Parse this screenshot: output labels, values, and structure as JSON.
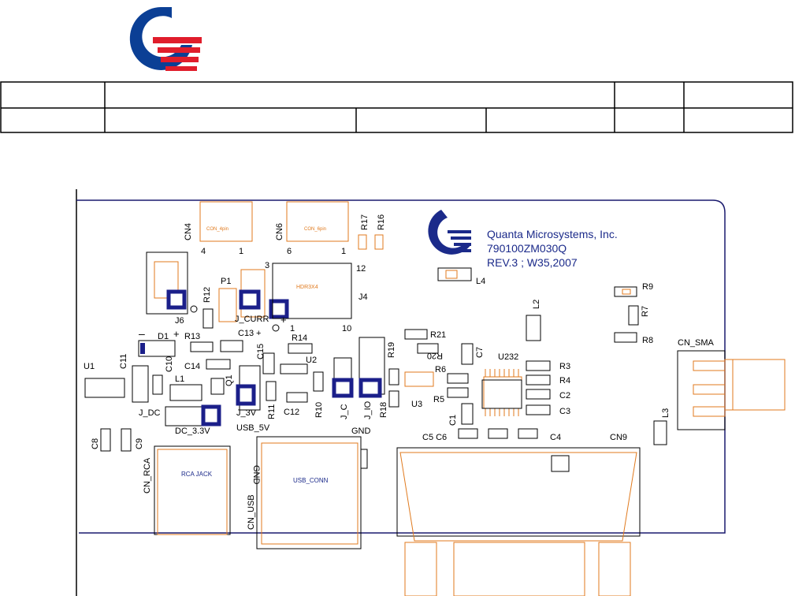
{
  "brand": {
    "mark": "Quanta logo",
    "colors": {
      "blue": "#0b3f95",
      "red": "#e01d2b"
    }
  },
  "header_table": {
    "rows": [
      [
        "",
        "",
        "",
        ""
      ],
      [
        "",
        "",
        "",
        "",
        "",
        ""
      ]
    ]
  },
  "board": {
    "silkscreen": {
      "company": "Quanta Microsystems, Inc.",
      "part_number": "790100ZM030Q",
      "revision": "REV.3 ; W35,2007"
    },
    "colors": {
      "outline": "#1a1a6e",
      "silk": "#000000",
      "copper": "#e07a1e",
      "pad_blue": "#1b1f8a",
      "dark_blue": "#1b2a8a"
    },
    "labels": {
      "CN4": "CN4",
      "CN6": "CN6",
      "R17": "R17",
      "R16": "R16",
      "L4": "L4",
      "R9": "R9",
      "R7": "R7",
      "R8": "R8",
      "CN_SMA": "CN_SMA",
      "P1": "P1",
      "R12": "R12",
      "J6": "J6",
      "J_CURR": "J_CURR",
      "J4": "J4",
      "pin3": "3",
      "pin12": "12",
      "pin1a": "1",
      "pin1b": "1",
      "pin1c": "1",
      "pin10": "10",
      "pin4": "4",
      "pin6": "6",
      "D1": "D1",
      "R13": "R13",
      "C13": "C13",
      "R14": "R14",
      "L2": "L2",
      "R21": "R21",
      "R20": "R20",
      "C7": "C7",
      "U232": "U232",
      "R3": "R3",
      "R4": "R4",
      "C2": "C2",
      "C3": "C3",
      "U1": "U1",
      "C11": "C11",
      "C10": "C10",
      "C14": "C14",
      "L1": "L1",
      "Q1": "Q1",
      "C15": "C15",
      "U2": "U2",
      "R19": "R19",
      "R6": "R6",
      "R5": "R5",
      "C1": "C1",
      "J_DC": "J_DC",
      "J_3V": "J_3V",
      "R11": "R11",
      "C12": "C12",
      "R10": "R10",
      "J_C": "J_C",
      "J_IO": "J_IO",
      "R18": "R18",
      "U3": "U3",
      "L3": "L3",
      "DC_3": "DC_3.3V",
      "USB_5V": "USB_5V",
      "GND": "GND",
      "C5C6": "C5 C6",
      "C4": "C4",
      "CN9": "CN9",
      "C8": "C8",
      "C9": "C9",
      "CN_RCA": "CN_RCA",
      "RCA_JACK": "RCA JACK",
      "GND_V": "GND",
      "CN_USB": "CN_USB",
      "USB_CONN": "USB_CONN",
      "plus1": "+",
      "plus2": "+",
      "minus": "–",
      "CON_4pin": "CON_4pin",
      "CON_6pin": "CON_6pin",
      "HDR3X4": "HDR3X4"
    }
  }
}
